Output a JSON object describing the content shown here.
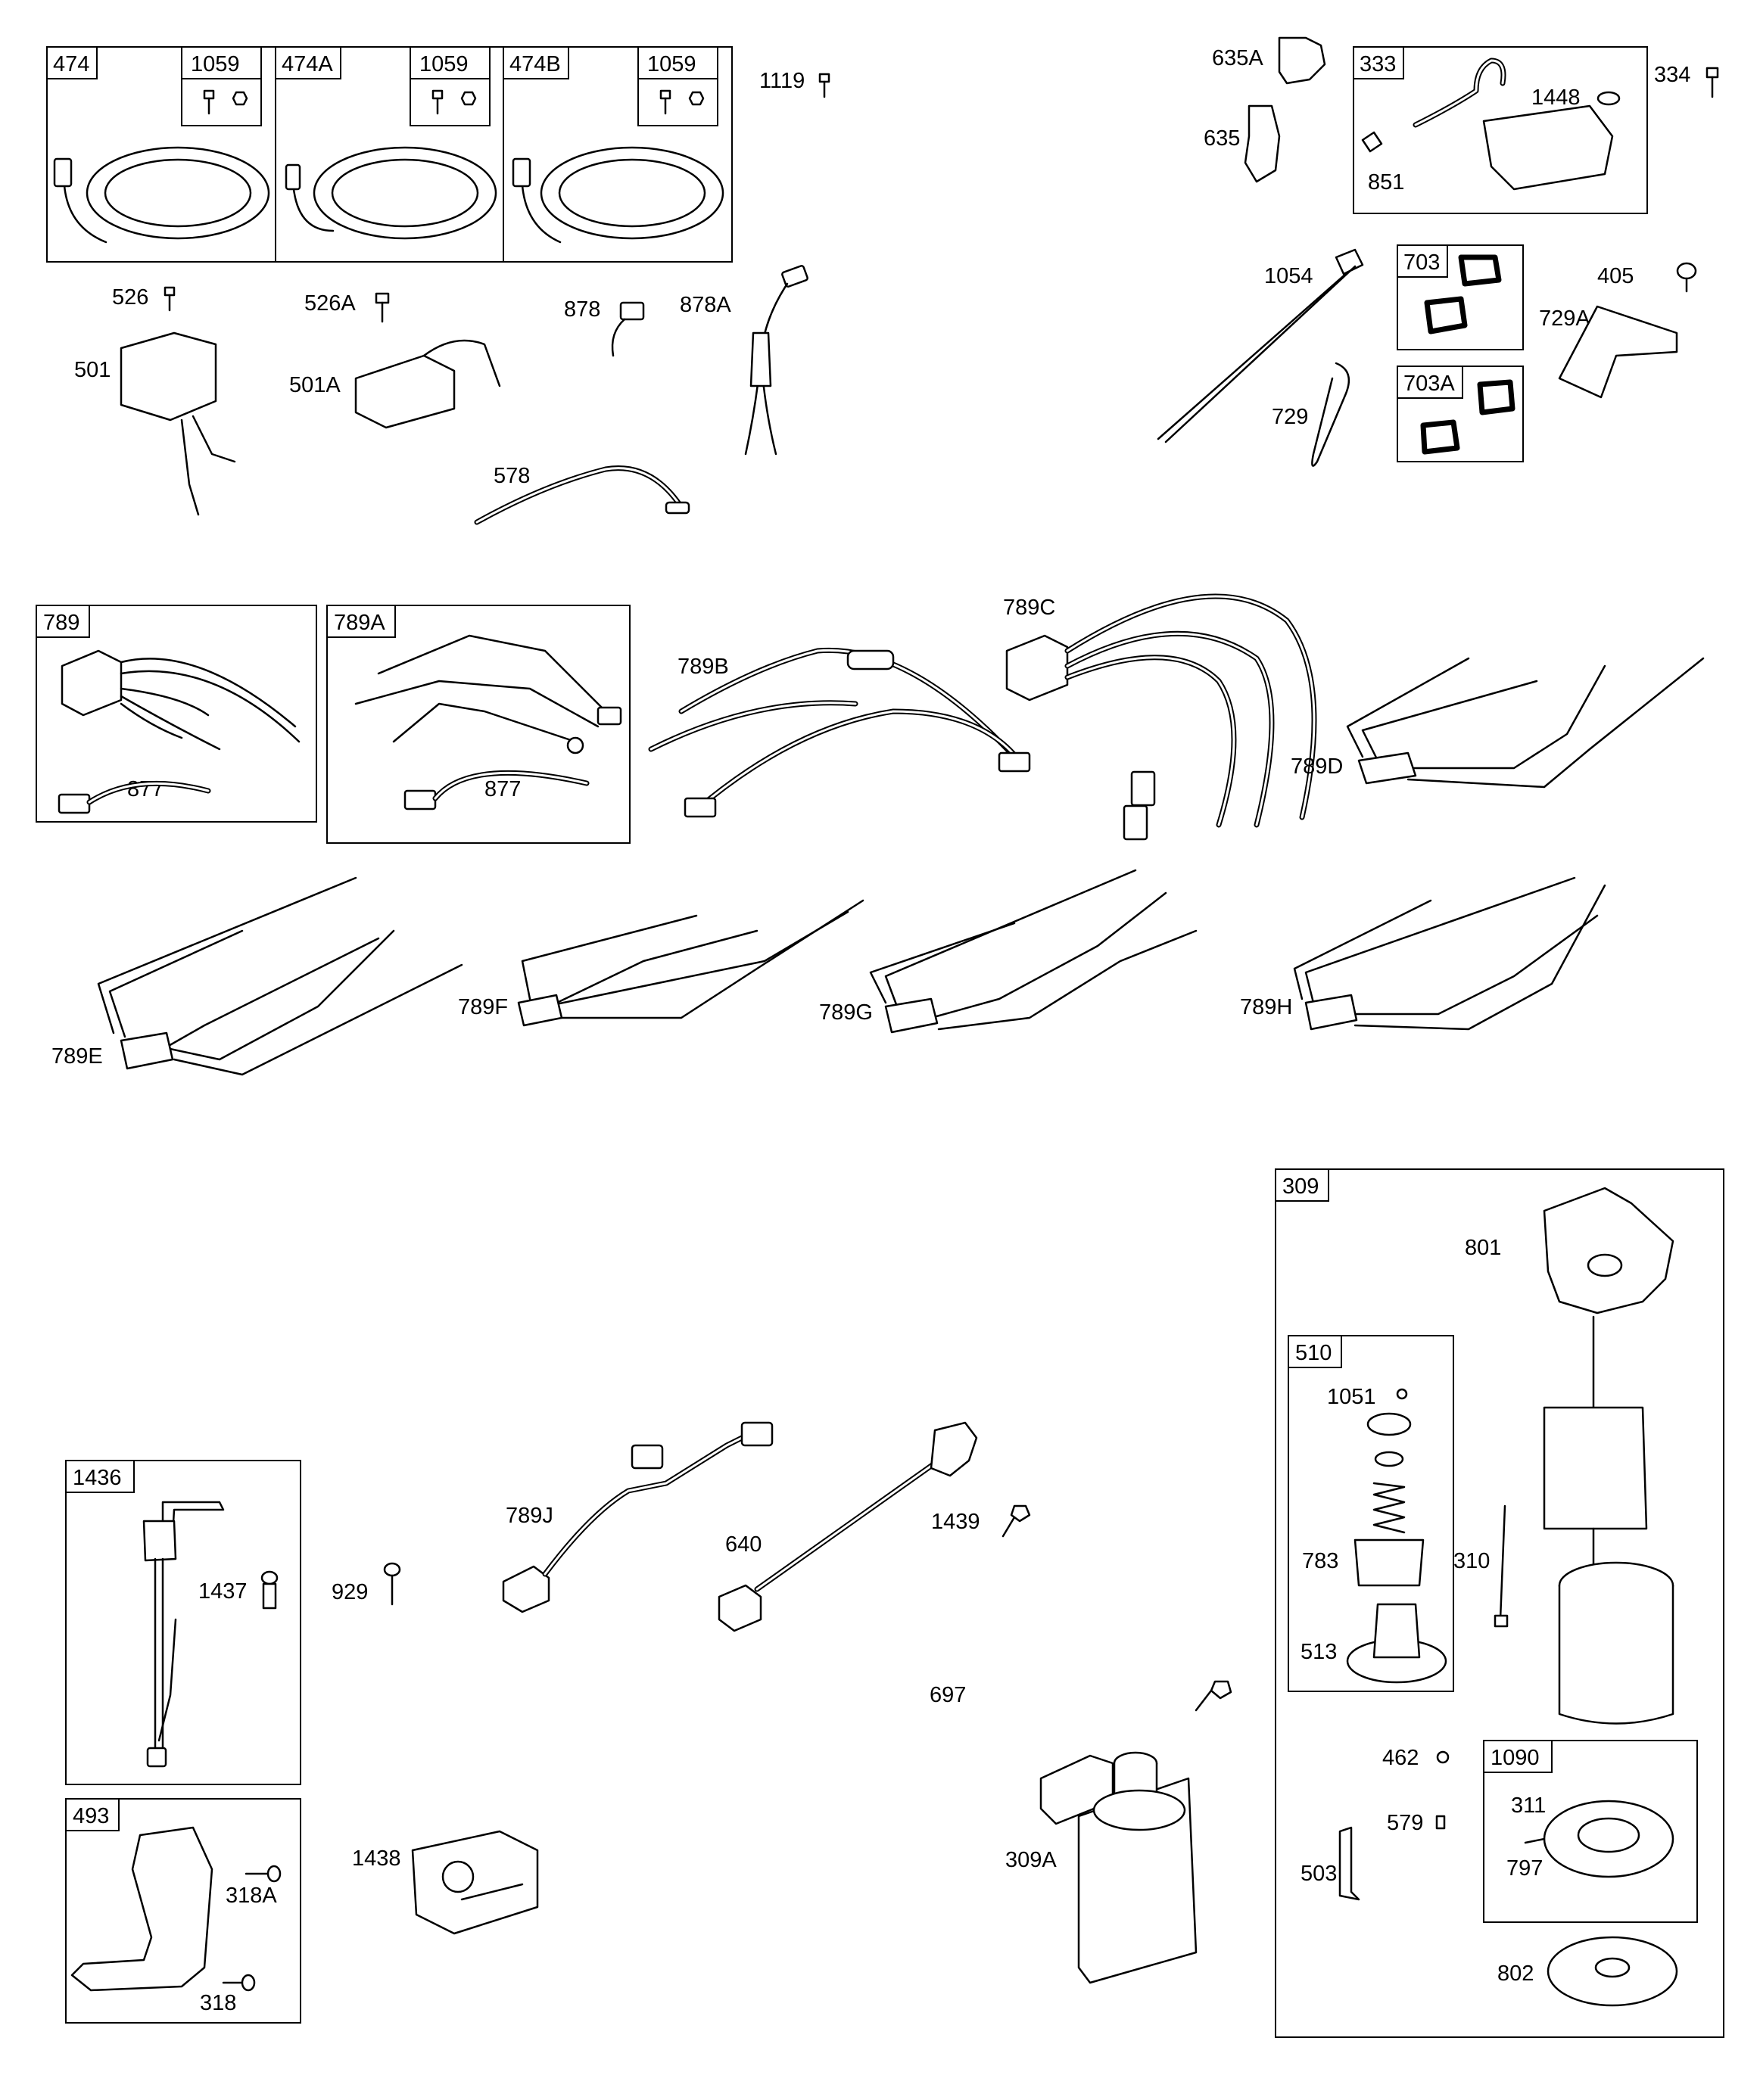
{
  "colors": {
    "line": "#000000",
    "background": "#ffffff"
  },
  "boxes": {
    "b474": "474",
    "b474_1059": "1059",
    "b474A": "474A",
    "b474A_1059": "1059",
    "b474B": "474B",
    "b474B_1059": "1059",
    "b333": "333",
    "b703": "703",
    "b703A": "703A",
    "b789": "789",
    "b789A": "789A",
    "b309": "309",
    "b510": "510",
    "b1090": "1090",
    "b1436": "1436",
    "b493": "493"
  },
  "labels": {
    "l1119": "1119",
    "l635A": "635A",
    "l635": "635",
    "l334": "334",
    "l1448": "1448",
    "l851": "851",
    "l526": "526",
    "l526A": "526A",
    "l878": "878",
    "l878A": "878A",
    "l501": "501",
    "l501A": "501A",
    "l578": "578",
    "l1054": "1054",
    "l405": "405",
    "l729A": "729A",
    "l729": "729",
    "l877a": "877",
    "l877b": "877",
    "l789B": "789B",
    "l789C": "789C",
    "l789D": "789D",
    "l789E": "789E",
    "l789F": "789F",
    "l789G": "789G",
    "l789H": "789H",
    "l801": "801",
    "l1051": "1051",
    "l783": "783",
    "l310": "310",
    "l513": "513",
    "l697": "697",
    "l462": "462",
    "l579": "579",
    "l311": "311",
    "l797": "797",
    "l503": "503",
    "l802": "802",
    "l309A": "309A",
    "l1437": "1437",
    "l929": "929",
    "l789J": "789J",
    "l640": "640",
    "l1439": "1439",
    "l318A": "318A",
    "l318": "318",
    "l1438": "1438"
  }
}
